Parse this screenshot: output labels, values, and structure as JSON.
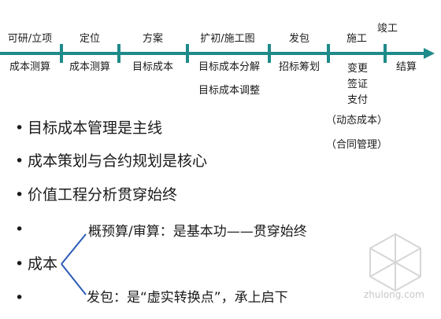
{
  "timeline": {
    "stages": [
      {
        "label": "可研/立项",
        "items": [
          "成本测算"
        ]
      },
      {
        "label": "定位",
        "items": [
          "成本测算"
        ]
      },
      {
        "label": "方案",
        "items": [
          "目标成本"
        ]
      },
      {
        "label": "扩初/施工图",
        "items": [
          "目标成本分解",
          "目标成本调整"
        ]
      },
      {
        "label": "发包",
        "items": [
          "招标筹划"
        ]
      },
      {
        "label": "施工",
        "items": [
          "变更",
          "签证",
          "支付",
          "（动态成本）",
          "（合同管理）"
        ]
      },
      {
        "label": "竣工",
        "items": [
          "结算"
        ]
      }
    ]
  },
  "bullets": [
    {
      "dot": "•",
      "text": "目标成本管理是主线"
    },
    {
      "dot": "•",
      "text": "成本策划与合约规划是核心"
    },
    {
      "dot": "•",
      "text": "价值工程分析贯穿始终"
    },
    {
      "dot": "•",
      "text": ""
    },
    {
      "dot": "•",
      "text": "成本"
    },
    {
      "dot": "•",
      "text": ""
    }
  ],
  "branches": {
    "upper": "概预算/审算：是基本功——贯穿始终",
    "lower": "发包：是“虚实转换点”，承上启下"
  },
  "watermark": {
    "text": "zhulong.com"
  },
  "colors": {
    "axis": "#1f8a8a",
    "branch": "#2a5bb8"
  }
}
